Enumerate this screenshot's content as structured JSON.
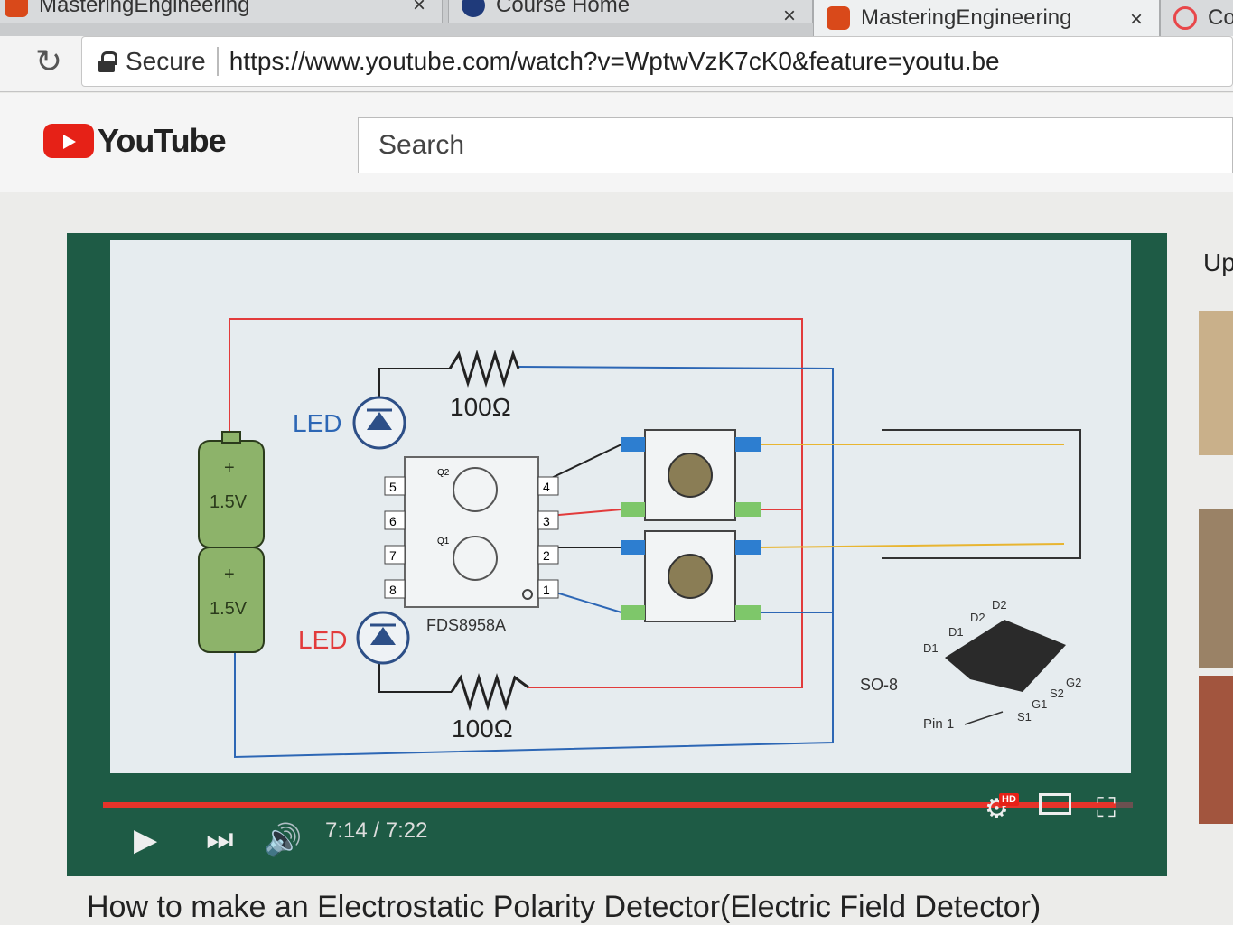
{
  "browser": {
    "tabs": [
      {
        "title": "MasteringEngineering",
        "close": "×",
        "favicon_color": "#d9491a"
      },
      {
        "title": "Course Home",
        "close": "×",
        "favicon_color": "#1f3a7a"
      },
      {
        "title": "MasteringEngineering",
        "close": "×",
        "favicon_color": "#d9491a"
      },
      {
        "title": "Con",
        "favicon_color": "#e8474a"
      }
    ],
    "reload_icon": "↻",
    "secure_label": "Secure",
    "url": "https://www.youtube.com/watch?v=WptwVzK7cK0&feature=youtu.be"
  },
  "youtube": {
    "logo_text": "YouTube",
    "search_placeholder": "Search",
    "up_next_label": "Up"
  },
  "player": {
    "time": "7:14 / 7:22",
    "progress": 0.984,
    "hd_badge": "HD",
    "accent_color": "#e6332a",
    "icons": [
      "play-icon",
      "next-icon",
      "volume-icon",
      "settings-icon",
      "theater-icon",
      "fullscreen-icon"
    ]
  },
  "diagram": {
    "battery_voltage": "1.5V",
    "battery_plus": "+",
    "led_label": "LED",
    "resistor_label": "100Ω",
    "chip_name": "FDS8958A",
    "pins": [
      "1",
      "2",
      "3",
      "4",
      "5",
      "6",
      "7",
      "8"
    ],
    "q1": "Q1",
    "q2": "Q2",
    "package_label": "SO-8",
    "pin1_label": "Pin 1",
    "pkg_pins_top": [
      "D1",
      "D1",
      "D2",
      "D2"
    ],
    "pkg_pins_bottom": [
      "S1",
      "G1",
      "S2",
      "G2"
    ]
  },
  "video": {
    "title": "How to make an Electrostatic Polarity Detector(Electric Field Detector)"
  }
}
